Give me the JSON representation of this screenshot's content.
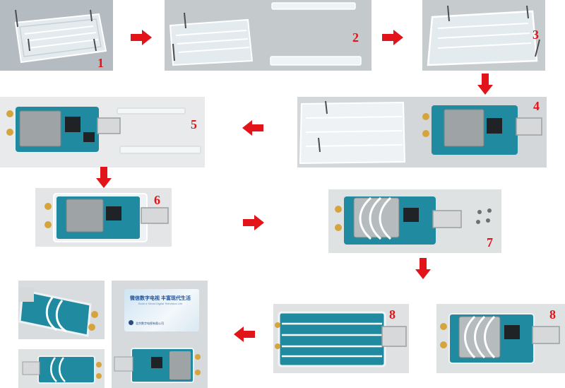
{
  "steps": {
    "s1": "1",
    "s2": "2",
    "s3": "3",
    "s4": "4",
    "s5": "5",
    "s6": "6",
    "s7": "7",
    "s8a": "8",
    "s8b": "8"
  },
  "card": {
    "title": "微信数字电视 丰富现代生活",
    "subtitle": "Build a Smart Digital Television Life",
    "footer": "北京数字电视有限公司"
  },
  "colors": {
    "arrow": "#e2141a",
    "step_label": "#e2141a",
    "board": "#1f8aa0",
    "shield": "#9ea3a6",
    "acrylic": "#dfe6ea"
  },
  "icons": [
    "arrow-right-icon",
    "arrow-down-icon",
    "arrow-left-icon"
  ]
}
